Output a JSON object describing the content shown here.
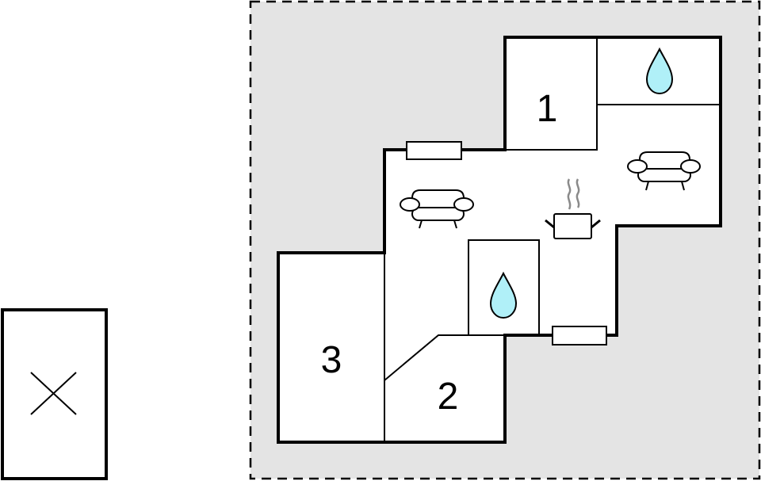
{
  "diagram": {
    "type": "floor-plan",
    "colors": {
      "plot_fill": "#e4e4e4",
      "room_fill": "#ffffff",
      "wall": "#000000",
      "water": "#b0f0f8",
      "steam": "#8a8a8a"
    },
    "rooms": [
      {
        "id": "bedroom-1",
        "label": "1"
      },
      {
        "id": "bedroom-2",
        "label": "2"
      },
      {
        "id": "bedroom-3",
        "label": "3"
      }
    ],
    "icons": [
      {
        "name": "water-drop-icon",
        "meaning": "bathroom",
        "count": 2
      },
      {
        "name": "sofa-icon",
        "meaning": "living room",
        "count": 2
      },
      {
        "name": "cooking-pot-icon",
        "meaning": "kitchen",
        "count": 1
      },
      {
        "name": "window",
        "count": 2
      },
      {
        "name": "cross-box",
        "meaning": "separate outbuilding / parking",
        "count": 1
      }
    ]
  }
}
